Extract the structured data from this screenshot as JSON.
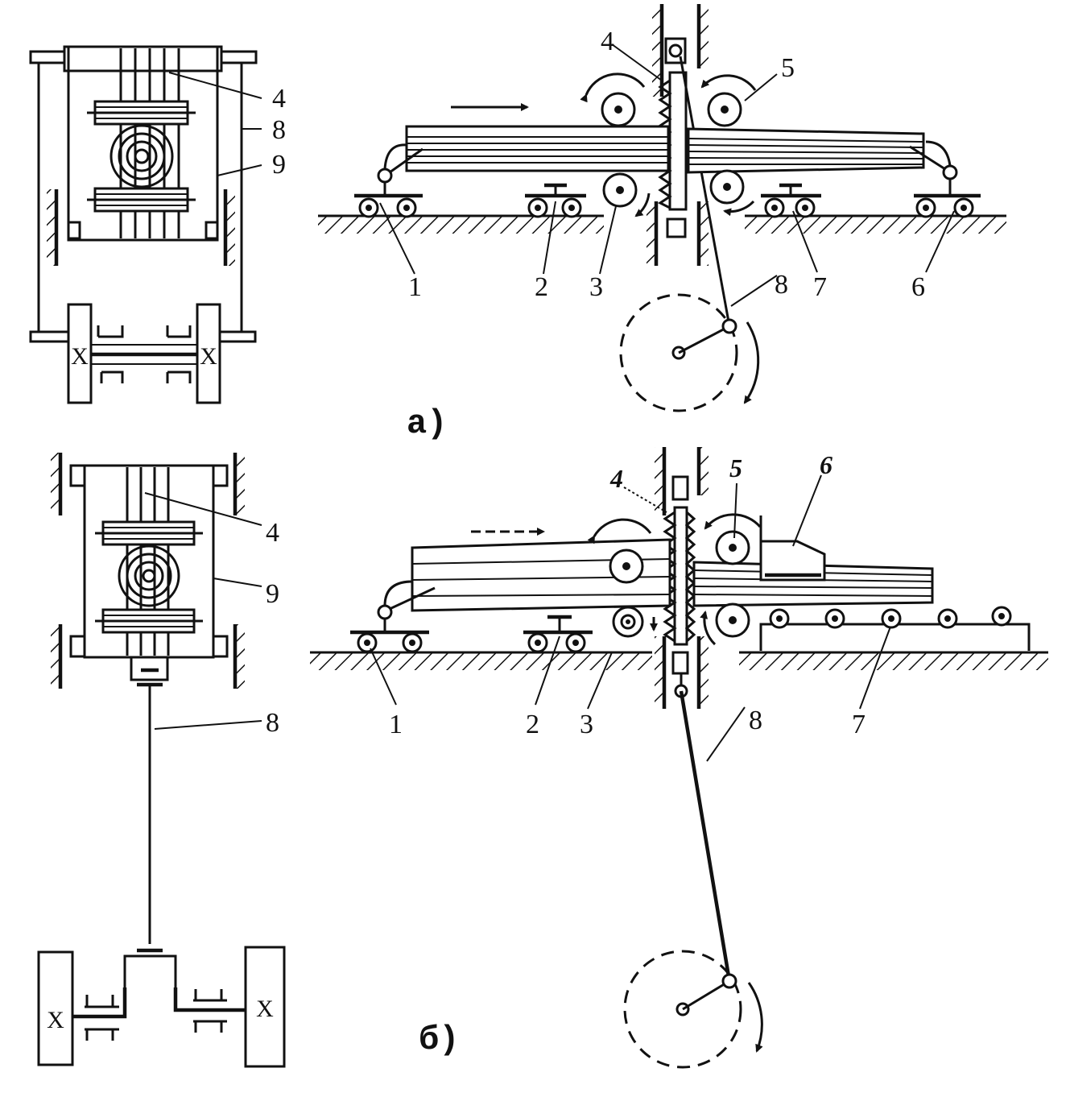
{
  "diagrams": {
    "a": {
      "caption": "а)",
      "side_labels": [
        "4",
        "8",
        "9"
      ],
      "main_labels": [
        "4",
        "5",
        "1",
        "2",
        "3",
        "8",
        "7",
        "6"
      ]
    },
    "b": {
      "caption": "б)",
      "side_labels": [
        "4",
        "9",
        "8"
      ],
      "main_labels": [
        "4",
        "5",
        "6",
        "1",
        "2",
        "3",
        "8",
        "7"
      ]
    }
  }
}
